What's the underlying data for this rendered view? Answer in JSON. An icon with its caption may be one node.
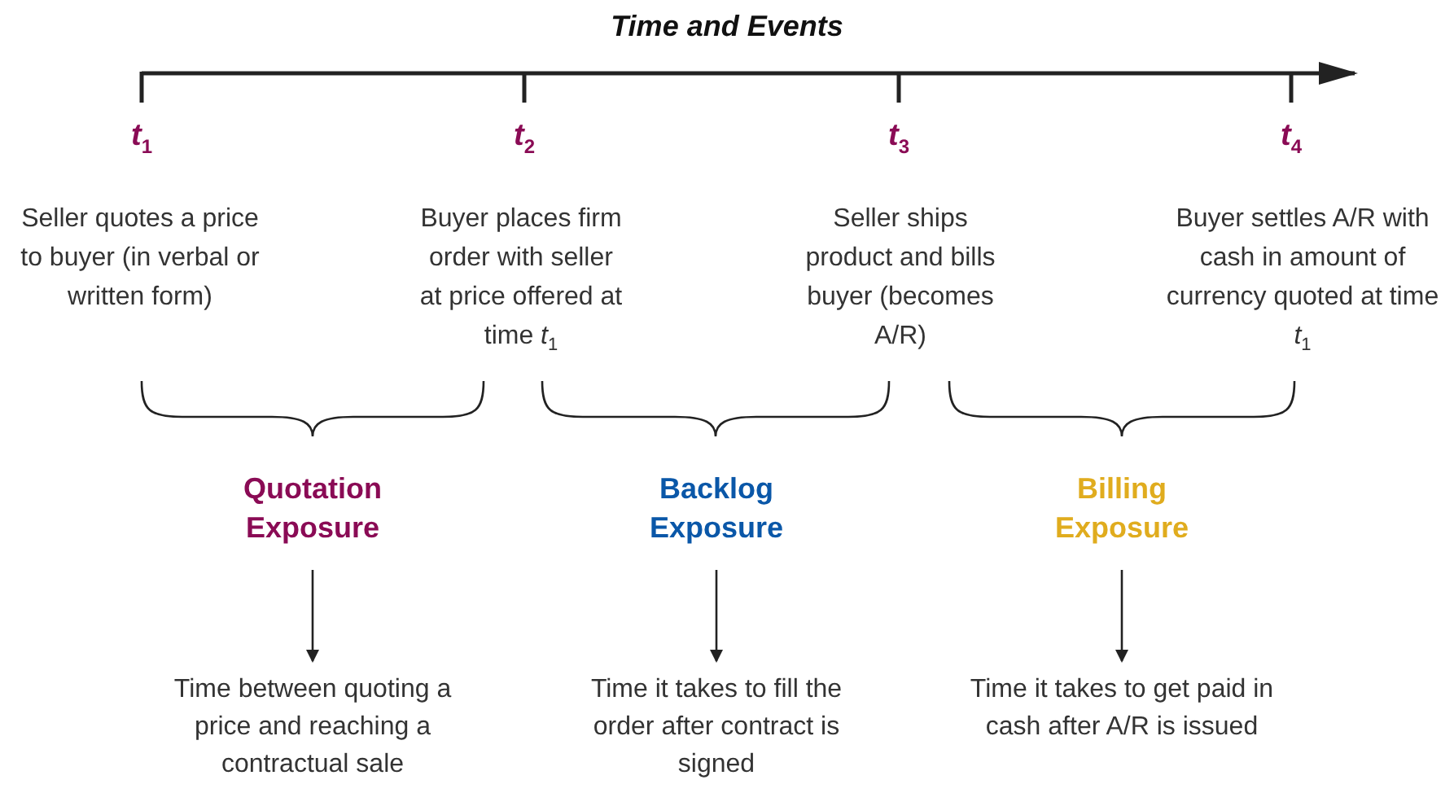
{
  "diagram": {
    "title": "Time and Events",
    "nodes": [
      {
        "text": [
          "Quotation Exposure"
        ]
      },
      {
        "text": [
          "Backlog Exposure"
        ]
      },
      {
        "text": [
          "Billing Exposure"
        ]
      },
      {
        "text": [
          "Time between quoting a price and reaching a contractual sale"
        ]
      },
      {
        "text": [
          "Time it takes to fill the order after contract is signed"
        ]
      },
      {
        "text": [
          "Time it takes to get paid in cash after A/R is issued"
        ]
      }
    ],
    "edges": [
      {
        "from": 0,
        "to": 3,
        "arrow": "to"
      },
      {
        "from": 1,
        "to": 4,
        "arrow": "to"
      },
      {
        "from": 2,
        "to": 5,
        "arrow": "to"
      }
    ],
    "labels": [
      "*t*$_{1}$",
      "*t*$_{2}$",
      "*t*$_{3}$",
      "*t*$_{4}$",
      "Seller quotes a price to buyer (in verbal or written form)",
      "Buyer places firm order with seller at price offered at time *t*$_{1}$",
      "Seller ships product and bills buyer (becomes A/R)",
      "Buyer settles A/R with cash in amount of currency quoted at time *t*$_{1}$"
    ]
  }
}
